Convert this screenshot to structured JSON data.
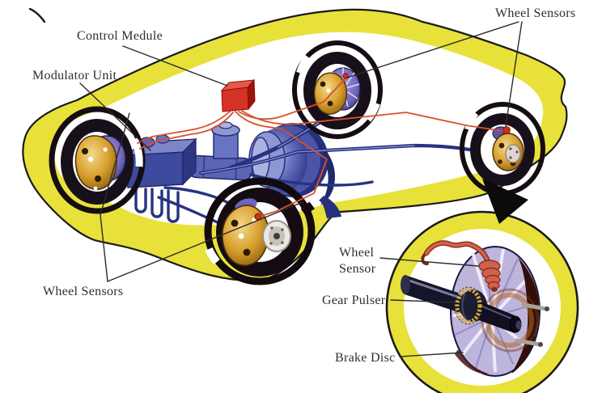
{
  "diagram": {
    "subject": "Car anti-lock braking system cutaway with magnified wheel-hub detail"
  },
  "labels": {
    "control_module": "Control Medule",
    "modulator_unit": "Modulator Unit",
    "wheel_sensors_top": "Wheel Sensors",
    "wheel_sensors_bottom": "Wheel Sensors",
    "inset": {
      "wheel_sensor_line1": "Wheel",
      "wheel_sensor_line2": "Sensor",
      "gear_pulser": "Gear Pulser",
      "brake_disc": "Brake Disc"
    }
  },
  "colors": {
    "background": "#ffffff",
    "label_text": "#2e2e2e",
    "body_yellow": "#e8e13a",
    "outline_black": "#1a1a1a",
    "module_red": "#d63226",
    "wire_red": "#d8502f",
    "brake_line_blue": "#26337f",
    "hydraulics_blue": "#5a66b5",
    "caliper_gold": "#d7a02c",
    "disc_purple": "#7268bd",
    "tire_black": "#17101a",
    "sensor_salmon": "#d2604a"
  }
}
